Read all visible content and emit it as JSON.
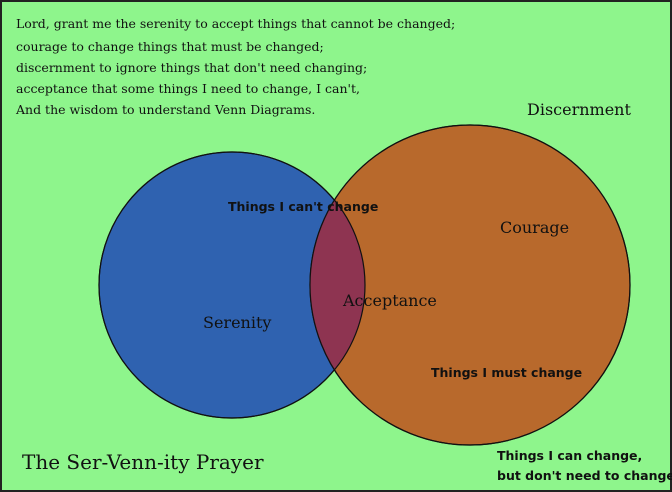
{
  "prayer": {
    "lines": [
      "Lord, grant me the serenity to accept things that cannot be changed;",
      "courage to change things that must be changed;",
      "discernment to ignore things that don't need changing;",
      "acceptance that some things I need to change, I can't,",
      "And the wisdom to understand Venn Diagrams."
    ]
  },
  "title": "The Ser-Venn-ity Prayer",
  "venn": {
    "outside_label": "Discernment",
    "left": {
      "label": "Serenity",
      "sublabel": "Things I can't change",
      "color": "#2f62b0"
    },
    "right": {
      "label": "Courage",
      "sublabel": "Things I must change",
      "color": "#b8692c"
    },
    "overlap": {
      "label": "Acceptance",
      "color": "#8e3451"
    },
    "outside_bottom": {
      "line1": "Things I can change,",
      "line2": "but don't need to change"
    }
  },
  "colors": {
    "background": "#8ef58c",
    "border": "#222222"
  }
}
